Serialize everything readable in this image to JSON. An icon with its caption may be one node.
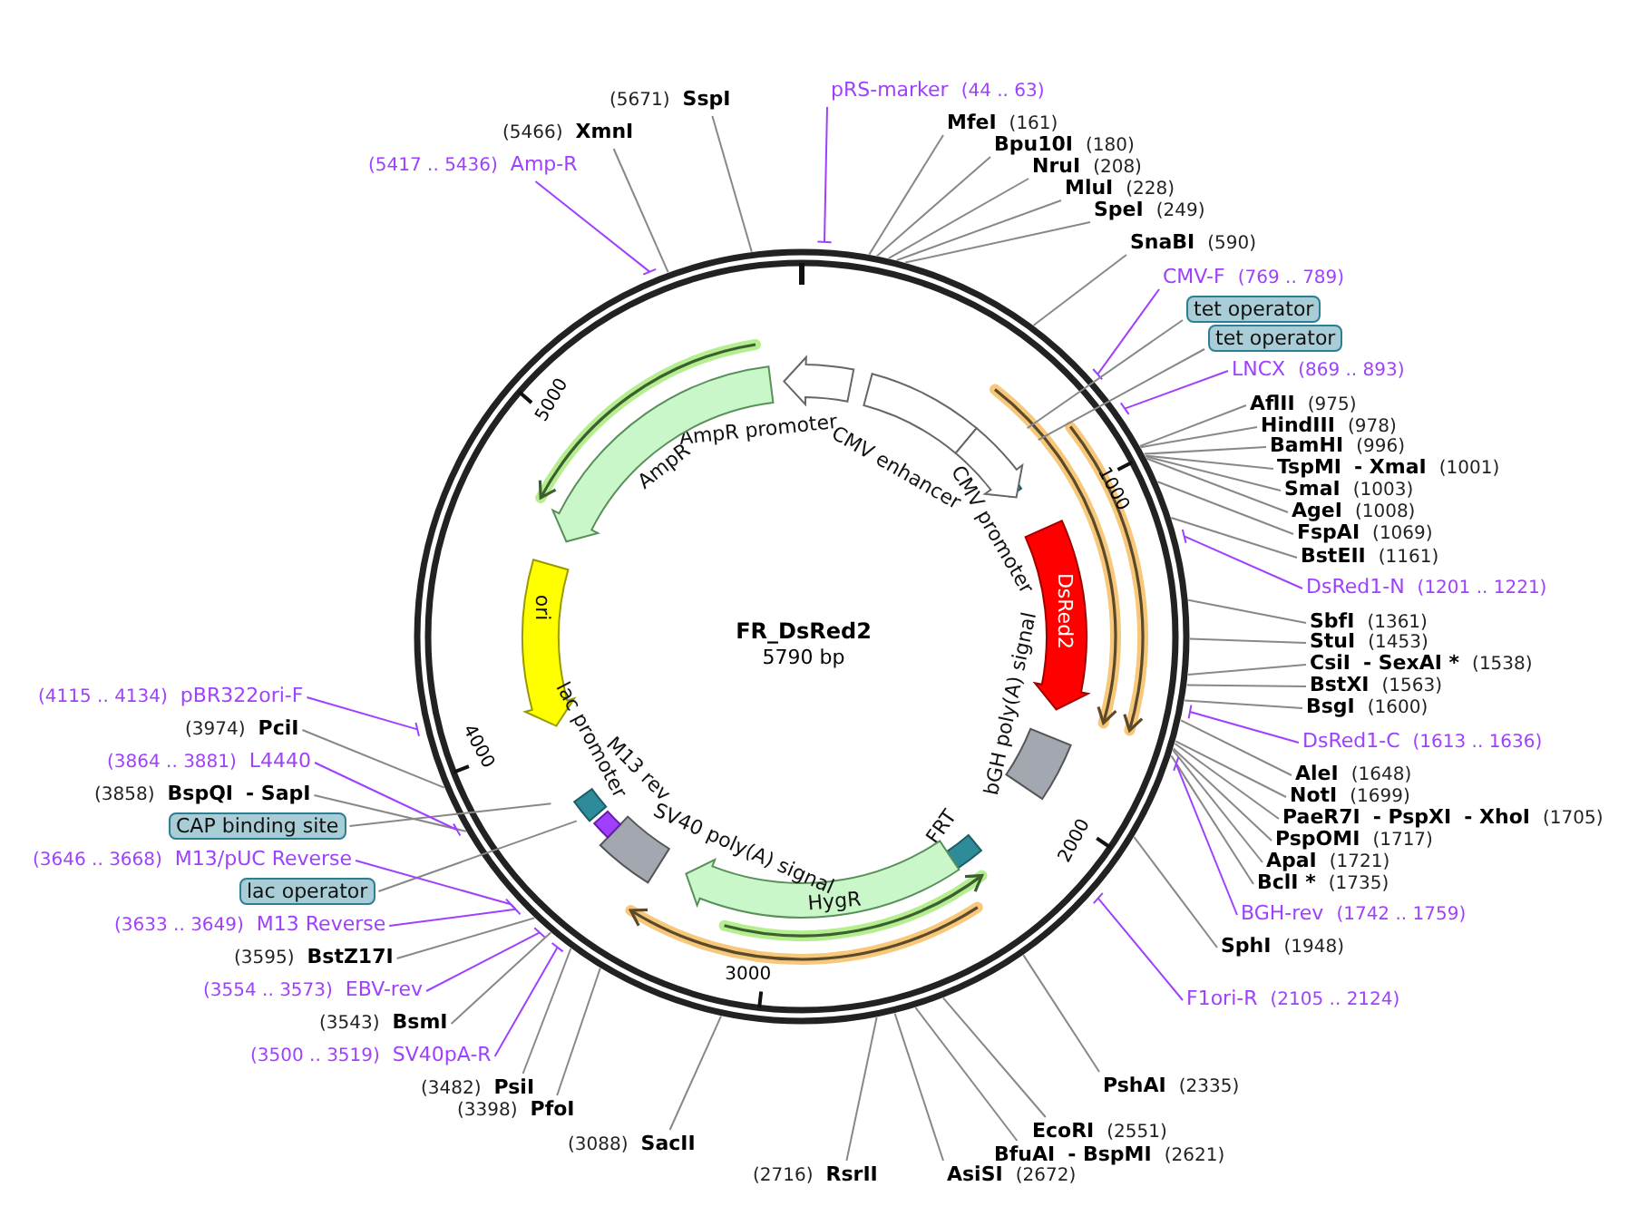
{
  "diagram": {
    "title": "FR_DsRed2",
    "nodes": [
      {
        "text": [
          "AmpR promoter"
        ]
      },
      {
        "text": [
          "AmpR"
        ]
      },
      {
        "text": [
          "CMV enhancer"
        ]
      },
      {
        "text": [
          "CMV promoter"
        ]
      },
      {
        "text": [
          "DsRed2"
        ]
      },
      {
        "text": [
          "bGH poly(A) signal"
        ]
      },
      {
        "text": [
          "FRT"
        ]
      },
      {
        "text": [
          "HygR"
        ]
      },
      {
        "text": [
          "SV40 poly(A) signal"
        ]
      },
      {
        "text": [
          "ori"
        ]
      },
      {
        "text": [
          "lac promoter"
        ]
      },
      {
        "text": [
          "M13 rev"
        ]
      },
      {
        "text": [
          "(5671)",
          "SspI"
        ]
      },
      {
        "text": [
          "pRS-marker",
          "(44 .. 63)"
        ]
      },
      {
        "text": [
          "(5466)",
          "XmnI"
        ]
      },
      {
        "text": [
          "(5417 .. 5436)",
          "Amp-R"
        ]
      },
      {
        "text": [
          "MfeI",
          "(161)"
        ]
      },
      {
        "text": [
          "Bpu10I",
          "(180)"
        ]
      },
      {
        "text": [
          "NruI",
          "(208)"
        ]
      },
      {
        "text": [
          "MluI",
          "(228)"
        ]
      },
      {
        "text": [
          "SpeI",
          "(249)"
        ]
      },
      {
        "text": [
          "SnaBI",
          "(590)"
        ]
      },
      {
        "text": [
          "CMV-F",
          "(769 .. 789)"
        ]
      },
      {
        "text": [
          "tet operator"
        ]
      },
      {
        "text": [
          "tet operator"
        ]
      },
      {
        "text": [
          "LNCX",
          "(869 .. 893)"
        ]
      },
      {
        "text": [
          "AflII",
          "(975)"
        ]
      },
      {
        "text": [
          "HindIII",
          "(978)"
        ]
      },
      {
        "text": [
          "BamHI",
          "(996)"
        ]
      },
      {
        "text": [
          "TspMI",
          "- XmaI",
          "(1001)"
        ]
      },
      {
        "text": [
          "SmaI",
          "(1003)"
        ]
      },
      {
        "text": [
          "AgeI",
          "(1008)"
        ]
      },
      {
        "text": [
          "FspAI",
          "(1069)"
        ]
      },
      {
        "text": [
          "BstEII",
          "(1161)"
        ]
      },
      {
        "text": [
          "DsRed1-N",
          "(1201 .. 1221)"
        ]
      },
      {
        "text": [
          "SbfI",
          "(1361)"
        ]
      },
      {
        "text": [
          "StuI",
          "(1453)"
        ]
      },
      {
        "text": [
          "CsiI",
          "- SexAI *",
          "(1538)"
        ]
      },
      {
        "text": [
          "BstXI",
          "(1563)"
        ]
      },
      {
        "text": [
          "BsgI",
          "(1600)"
        ]
      },
      {
        "text": [
          "DsRed1-C",
          "(1613 .. 1636)"
        ]
      },
      {
        "text": [
          "AleI",
          "(1648)"
        ]
      },
      {
        "text": [
          "NotI",
          "(1699)"
        ]
      },
      {
        "text": [
          "PaeR7I",
          "- PspXI",
          "- XhoI",
          "(1705)"
        ]
      },
      {
        "text": [
          "PspOMI",
          "(1717)"
        ]
      },
      {
        "text": [
          "ApaI",
          "(1721)"
        ]
      },
      {
        "text": [
          "BclI *",
          "(1735)"
        ]
      },
      {
        "text": [
          "BGH-rev",
          "(1742 .. 1759)"
        ]
      },
      {
        "text": [
          "SphI",
          "(1948)"
        ]
      },
      {
        "text": [
          "F1ori-R",
          "(2105 .. 2124)"
        ]
      },
      {
        "text": [
          "PshAI",
          "(2335)"
        ]
      },
      {
        "text": [
          "EcoRI",
          "(2551)"
        ]
      },
      {
        "text": [
          "BfuAI",
          "- BspMI",
          "(2621)"
        ]
      },
      {
        "text": [
          "AsiSI",
          "(2672)"
        ]
      },
      {
        "text": [
          "(2716)",
          "RsrII"
        ]
      },
      {
        "text": [
          "(3088)",
          "SacII"
        ]
      },
      {
        "text": [
          "(3398)",
          "PfoI"
        ]
      },
      {
        "text": [
          "(3482)",
          "PsiI"
        ]
      },
      {
        "text": [
          "(3500 .. 3519)",
          "SV40pA-R"
        ]
      },
      {
        "text": [
          "(3543)",
          "BsmI"
        ]
      },
      {
        "text": [
          "(3554 .. 3573)",
          "EBV-rev"
        ]
      },
      {
        "text": [
          "(3595)",
          "BstZ17I"
        ]
      },
      {
        "text": [
          "(3633 .. 3649)",
          "M13 Reverse"
        ]
      },
      {
        "text": [
          "lac operator"
        ]
      },
      {
        "text": [
          "(3646 .. 3668)",
          "M13/pUC Reverse"
        ]
      },
      {
        "text": [
          "CAP binding site"
        ]
      },
      {
        "text": [
          "(3858)",
          "BspQI",
          "- SapI"
        ]
      },
      {
        "text": [
          "(3864 .. 3881)",
          "L4440"
        ]
      },
      {
        "text": [
          "(3974)",
          "PciI"
        ]
      },
      {
        "text": [
          "(4115 .. 4134)",
          "pBR322ori-F"
        ]
      }
    ],
    "edges": [
      {
        "from": 12,
        "to": null,
        "arrow": "none"
      },
      {
        "from": 13,
        "to": null,
        "arrow": "none",
        "color": "#a040ff"
      },
      {
        "from": 14,
        "to": null,
        "arrow": "none"
      },
      {
        "from": 15,
        "to": null,
        "arrow": "none",
        "color": "#a040ff"
      },
      {
        "from": 16,
        "to": null,
        "arrow": "none"
      },
      {
        "from": 17,
        "to": null,
        "arrow": "none"
      },
      {
        "from": 18,
        "to": null,
        "arrow": "none"
      },
      {
        "from": 19,
        "to": null,
        "arrow": "none"
      },
      {
        "from": 20,
        "to": null,
        "arrow": "none"
      },
      {
        "from": 21,
        "to": null,
        "arrow": "none"
      },
      {
        "from": 22,
        "to": null,
        "arrow": "none",
        "color": "#a040ff"
      },
      {
        "from": 23,
        "to": 3,
        "arrow": "none"
      },
      {
        "from": 24,
        "to": 3,
        "arrow": "none"
      },
      {
        "from": 25,
        "to": null,
        "arrow": "none",
        "color": "#a040ff"
      },
      {
        "from": 26,
        "to": null,
        "arrow": "none"
      },
      {
        "from": 27,
        "to": null,
        "arrow": "none"
      },
      {
        "from": 28,
        "to": null,
        "arrow": "none"
      },
      {
        "from": 29,
        "to": null,
        "arrow": "none"
      },
      {
        "from": 30,
        "to": null,
        "arrow": "none"
      },
      {
        "from": 31,
        "to": null,
        "arrow": "none"
      },
      {
        "from": 32,
        "to": null,
        "arrow": "none"
      },
      {
        "from": 33,
        "to": null,
        "arrow": "none"
      },
      {
        "from": 34,
        "to": null,
        "arrow": "none",
        "color": "#a040ff"
      },
      {
        "from": 35,
        "to": null,
        "arrow": "none"
      },
      {
        "from": 36,
        "to": null,
        "arrow": "none"
      },
      {
        "from": 37,
        "to": null,
        "arrow": "none"
      },
      {
        "from": 38,
        "to": null,
        "arrow": "none"
      },
      {
        "from": 39,
        "to": null,
        "arrow": "none"
      },
      {
        "from": 40,
        "to": null,
        "arrow": "none",
        "color": "#a040ff"
      },
      {
        "from": 41,
        "to": null,
        "arrow": "none"
      },
      {
        "from": 42,
        "to": null,
        "arrow": "none"
      },
      {
        "from": 43,
        "to": null,
        "arrow": "none"
      },
      {
        "from": 44,
        "to": null,
        "arrow": "none"
      },
      {
        "from": 45,
        "to": null,
        "arrow": "none"
      },
      {
        "from": 46,
        "to": null,
        "arrow": "none"
      },
      {
        "from": 47,
        "to": null,
        "arrow": "none",
        "color": "#a040ff"
      },
      {
        "from": 48,
        "to": null,
        "arrow": "none"
      },
      {
        "from": 49,
        "to": null,
        "arrow": "none",
        "color": "#a040ff"
      },
      {
        "from": 50,
        "to": null,
        "arrow": "none"
      },
      {
        "from": 51,
        "to": null,
        "arrow": "none"
      },
      {
        "from": 52,
        "to": null,
        "arrow": "none"
      },
      {
        "from": 53,
        "to": null,
        "arrow": "none"
      },
      {
        "from": 54,
        "to": null,
        "arrow": "none"
      },
      {
        "from": 55,
        "to": null,
        "arrow": "none"
      },
      {
        "from": 56,
        "to": null,
        "arrow": "none"
      },
      {
        "from": 57,
        "to": null,
        "arrow": "none"
      },
      {
        "from": 58,
        "to": null,
        "arrow": "none",
        "color": "#a040ff"
      },
      {
        "from": 59,
        "to": null,
        "arrow": "none"
      },
      {
        "from": 60,
        "to": null,
        "arrow": "none",
        "color": "#a040ff"
      },
      {
        "from": 61,
        "to": null,
        "arrow": "none"
      },
      {
        "from": 62,
        "to": null,
        "arrow": "none",
        "color": "#a040ff"
      },
      {
        "from": 63,
        "to": 10,
        "arrow": "none"
      },
      {
        "from": 64,
        "to": null,
        "arrow": "none",
        "color": "#a040ff"
      },
      {
        "from": 65,
        "to": 10,
        "arrow": "none"
      },
      {
        "from": 66,
        "to": null,
        "arrow": "none"
      },
      {
        "from": 67,
        "to": null,
        "arrow": "none",
        "color": "#a040ff"
      },
      {
        "from": 68,
        "to": null,
        "arrow": "none"
      },
      {
        "from": 69,
        "to": null,
        "arrow": "none",
        "color": "#a040ff"
      }
    ],
    "labels": [
      "5790 bp",
      "1000",
      "2000",
      "3000",
      "4000",
      "5000"
    ]
  }
}
